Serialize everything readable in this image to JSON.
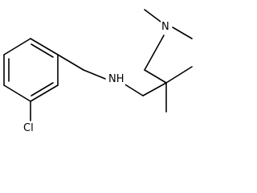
{
  "structure": {
    "atoms": {
      "amine_nitrogen": "N",
      "secondary_amine": "NH",
      "chlorine": "Cl"
    },
    "colors": {
      "bonds": "#000000",
      "background": "#ffffff"
    }
  }
}
